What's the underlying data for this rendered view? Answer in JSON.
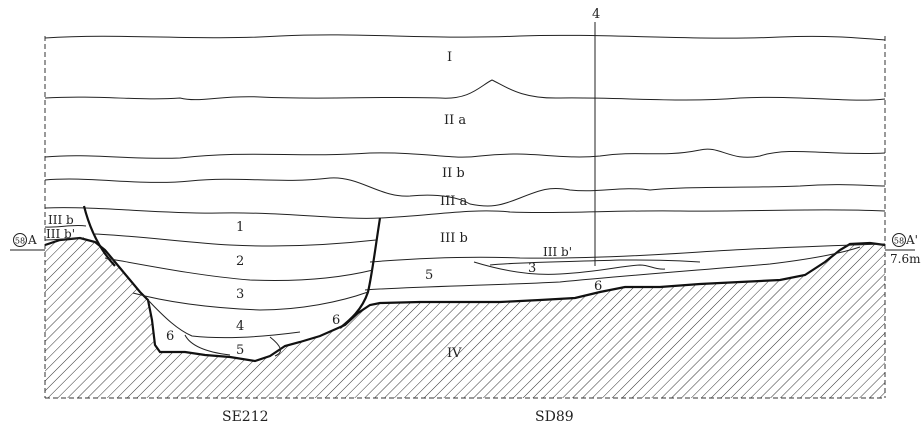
{
  "layers": {
    "l_I": "I",
    "l_IIa": "II a",
    "l_IIb": "II b",
    "l_IIIa": "III a",
    "l_IIIb_left": "III b",
    "l_IIIb_prime_left": "III b'",
    "l_IIIb_mid": "III b",
    "l_IIIb_prime_mid": "III b'",
    "l_IV": "IV"
  },
  "pit_fills": {
    "f1": "1",
    "f2": "2",
    "f3_left": "3",
    "f4": "4",
    "f5_left": "5",
    "f6_left_a": "6",
    "f6_left_b": "6",
    "f5_right": "5",
    "f3_right": "3",
    "f6_right": "6"
  },
  "markers": {
    "section_4": "4",
    "a_left": "A",
    "a_right": "A'",
    "a_left_num": "58",
    "a_right_num": "58",
    "elevation": "7.6m"
  },
  "captions": {
    "left": "SE212",
    "right": "SD89"
  },
  "colors": {
    "ink": "#222222",
    "hatch": "#333333",
    "background": "#ffffff"
  }
}
